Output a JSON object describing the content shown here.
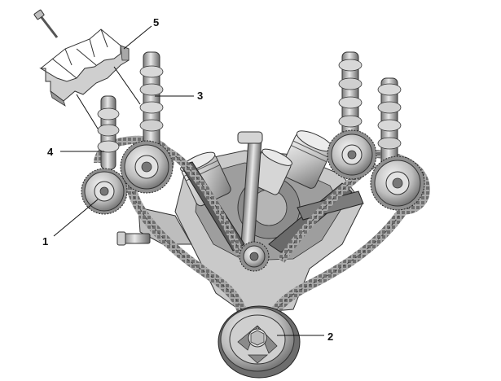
{
  "callouts": {
    "c1": "1",
    "c2": "2",
    "c3": "3",
    "c4": "4",
    "c5": "5"
  },
  "colors": {
    "metal_light": "#e6e6e6",
    "metal_mid": "#b9b9b9",
    "metal_dark": "#6f6f6f",
    "chain": "#8a8a8a",
    "outline": "#333333",
    "text": "#111111"
  }
}
